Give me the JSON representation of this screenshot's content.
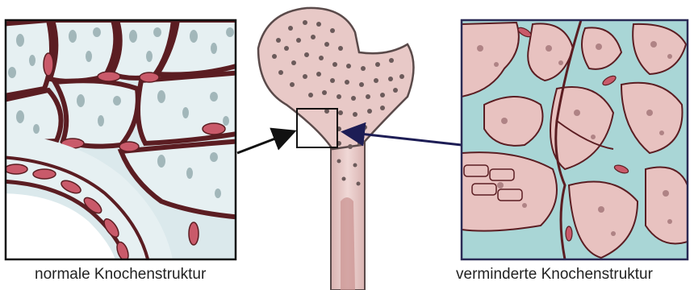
{
  "labels": {
    "left": "normale Knochenstruktur",
    "right": "verminderte Knochenstruktur"
  },
  "colors": {
    "bone_fill": "#e8c9c7",
    "bone_outline": "#5a4a4a",
    "pore": "#6b5a5a",
    "marrow_space_left": "#dbe9ec",
    "marrow_space_right": "#a9d6d6",
    "trabecula_line": "#5b1d22",
    "cell_red": "#c95a6a",
    "frame_left": "#111111",
    "frame_right": "#2a2a55",
    "arrow_left": "#111111",
    "arrow_right": "#1d1d55"
  },
  "elements": {
    "left_panel": "normal-bone-magnification",
    "center": "femur-head-cross-section",
    "right_panel": "reduced-bone-magnification"
  }
}
